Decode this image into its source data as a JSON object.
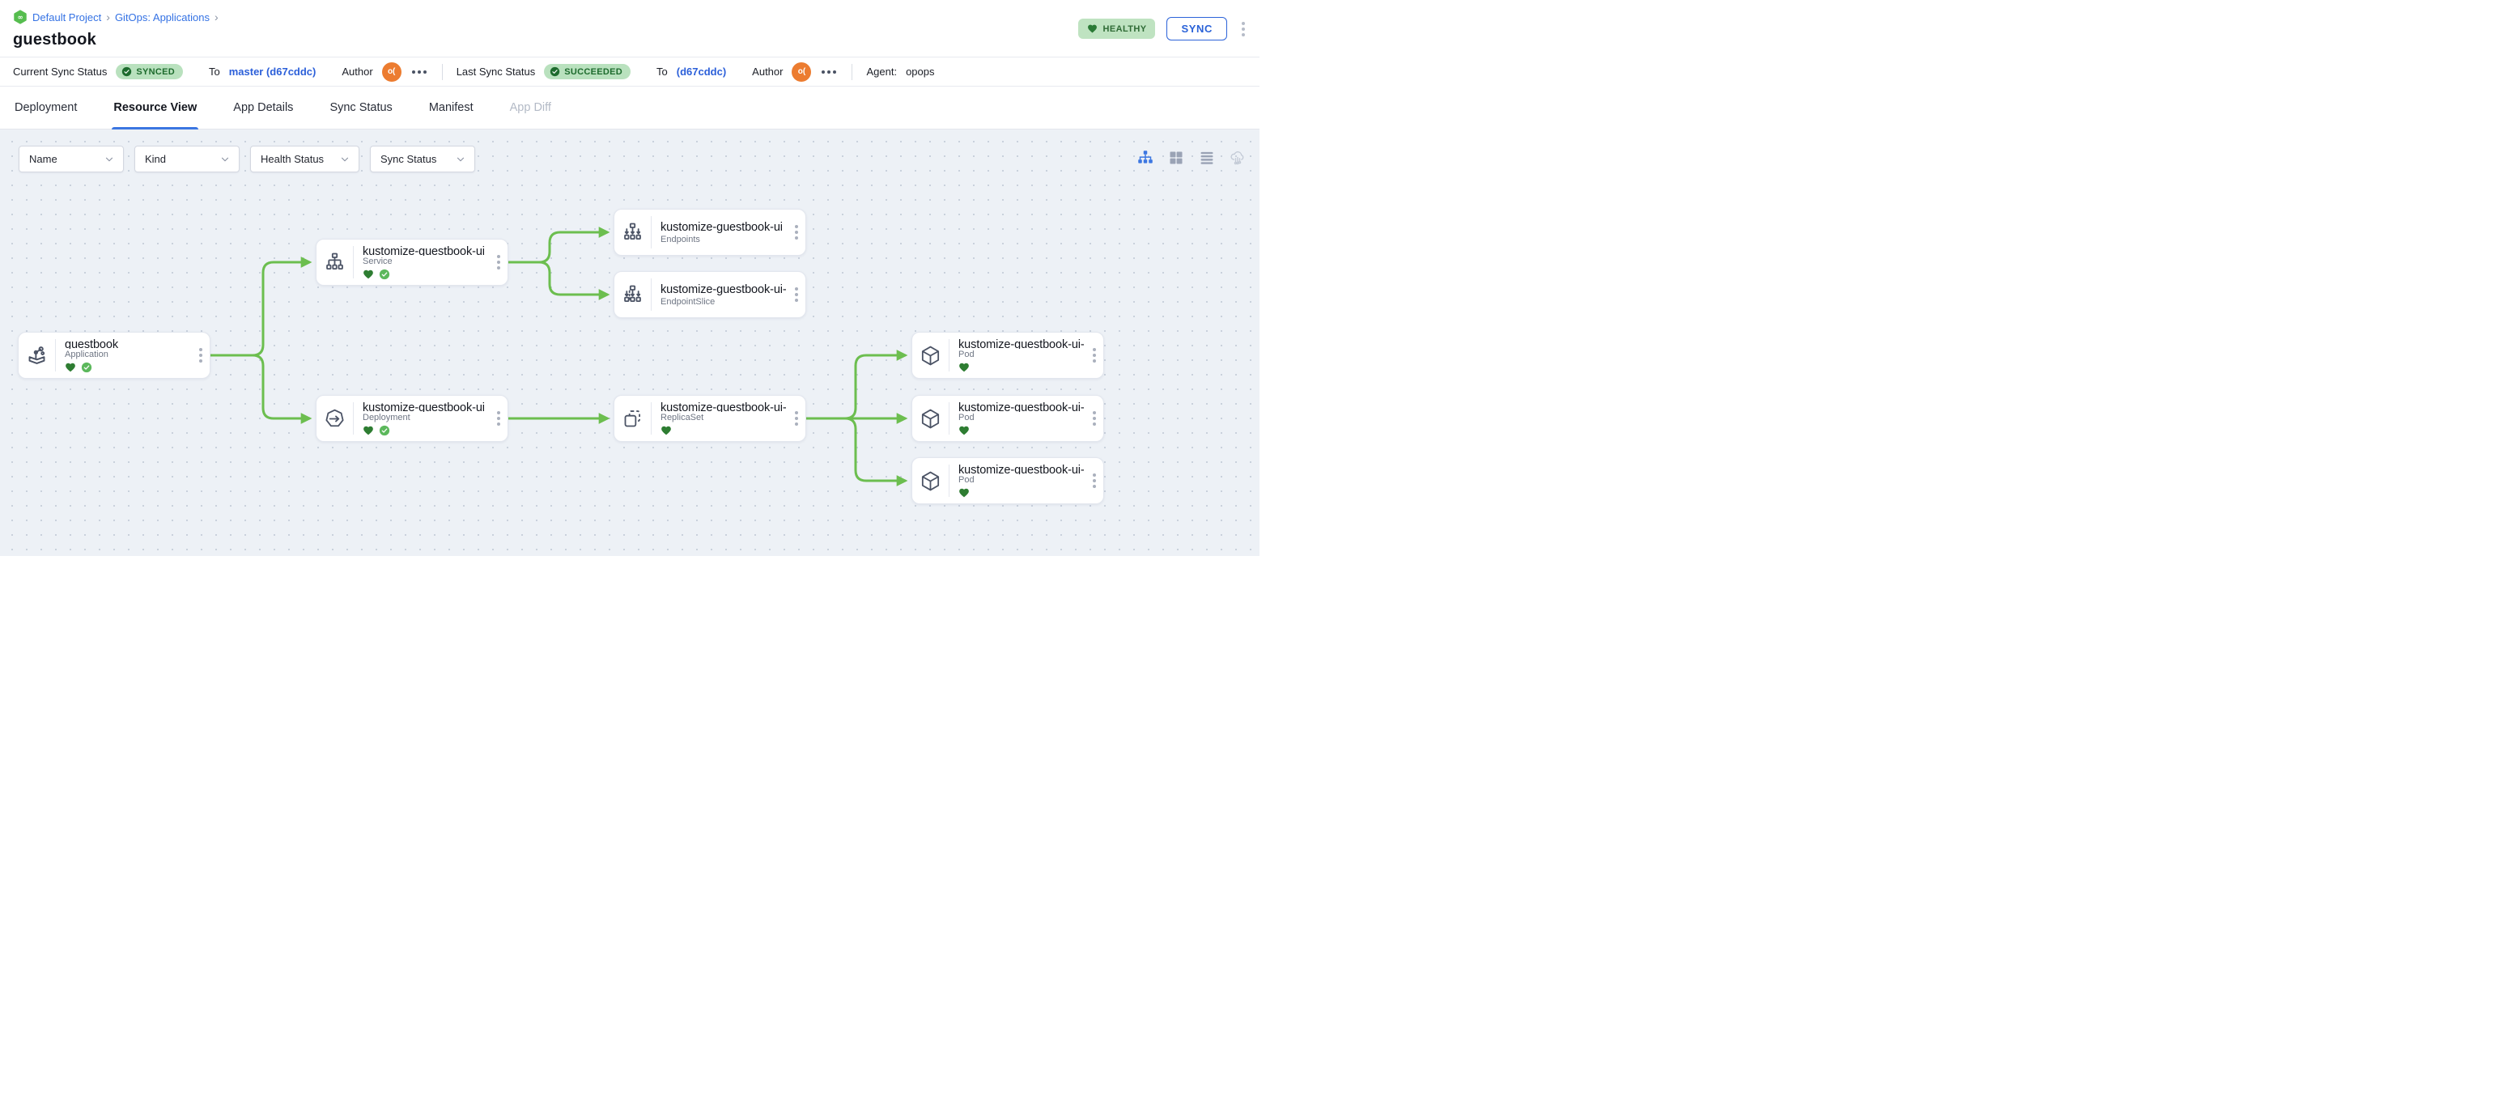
{
  "header": {
    "breadcrumb": {
      "items": [
        "Default Project",
        "GitOps: Applications"
      ],
      "separator": "›"
    },
    "title": "guestbook",
    "health_badge": "HEALTHY",
    "sync_button": "SYNC"
  },
  "status_bar": {
    "current_label": "Current Sync Status",
    "current_badge": "SYNCED",
    "current_to_label": "To",
    "current_target": "master (d67cddc)",
    "last_label": "Last Sync Status",
    "last_badge": "SUCCEEDED",
    "last_to_label": "To",
    "last_target": "(d67cddc)",
    "author_label": "Author",
    "author_initials": "o(",
    "agent_label": "Agent:",
    "agent_value": "opops"
  },
  "tabs": [
    {
      "label": "Deployment",
      "state": "normal"
    },
    {
      "label": "Resource View",
      "state": "active"
    },
    {
      "label": "App Details",
      "state": "normal"
    },
    {
      "label": "Sync Status",
      "state": "normal"
    },
    {
      "label": "Manifest",
      "state": "normal"
    },
    {
      "label": "App Diff",
      "state": "disabled"
    }
  ],
  "filters": [
    {
      "label": "Name"
    },
    {
      "label": "Kind"
    },
    {
      "label": "Health Status"
    },
    {
      "label": "Sync Status"
    }
  ],
  "view_modes": [
    "tree-view",
    "grid-view",
    "list-view",
    "cluster-view"
  ],
  "nodes": [
    {
      "title": "guestbook",
      "kind": "Application",
      "health": "healthy",
      "sync": "synced"
    },
    {
      "title": "kustomize-guestbook-ui",
      "kind": "Service",
      "health": "healthy",
      "sync": "synced"
    },
    {
      "title": "kustomize-guestbook-ui",
      "kind": "Endpoints"
    },
    {
      "title": "kustomize-guestbook-ui-...",
      "kind": "EndpointSlice"
    },
    {
      "title": "kustomize-guestbook-ui",
      "kind": "Deployment",
      "health": "healthy",
      "sync": "synced"
    },
    {
      "title": "kustomize-guestbook-ui-...",
      "kind": "ReplicaSet",
      "health": "healthy"
    },
    {
      "title": "kustomize-guestbook-ui-...",
      "kind": "Pod",
      "health": "healthy"
    },
    {
      "title": "kustomize-guestbook-ui-...",
      "kind": "Pod",
      "health": "healthy"
    },
    {
      "title": "kustomize-guestbook-ui-...",
      "kind": "Pod",
      "health": "healthy"
    }
  ],
  "edges": [
    {
      "from": "guestbook/Application",
      "to": "kustomize-guestbook-ui/Service"
    },
    {
      "from": "guestbook/Application",
      "to": "kustomize-guestbook-ui/Deployment"
    },
    {
      "from": "kustomize-guestbook-ui/Service",
      "to": "kustomize-guestbook-ui/Endpoints"
    },
    {
      "from": "kustomize-guestbook-ui/Service",
      "to": "kustomize-guestbook-ui-.../EndpointSlice"
    },
    {
      "from": "kustomize-guestbook-ui/Deployment",
      "to": "kustomize-guestbook-ui-.../ReplicaSet"
    },
    {
      "from": "kustomize-guestbook-ui-.../ReplicaSet",
      "to": "kustomize-guestbook-ui-.../Pod-1"
    },
    {
      "from": "kustomize-guestbook-ui-.../ReplicaSet",
      "to": "kustomize-guestbook-ui-.../Pod-2"
    },
    {
      "from": "kustomize-guestbook-ui-.../ReplicaSet",
      "to": "kustomize-guestbook-ui-.../Pod-3"
    }
  ],
  "icons": {
    "gitops-logo": "green hexagon with infinity",
    "heart": "healthy status",
    "check-circle": "synced status",
    "kebab": "vertical three dots menu",
    "more": "horizontal three dots"
  },
  "colors": {
    "edge_green": "#6cbe4f",
    "badge_green_bg": "#b9e1be",
    "badge_green_text": "#1d6b2d",
    "link_blue": "#3472e4",
    "commit_blue": "#2b5fd9",
    "accent_blue": "#3b76e1",
    "avatar_orange": "#ec7c30",
    "heart_green": "#2e7d32",
    "check_green": "#5cb85c",
    "canvas_bg": "#edf1f6"
  }
}
